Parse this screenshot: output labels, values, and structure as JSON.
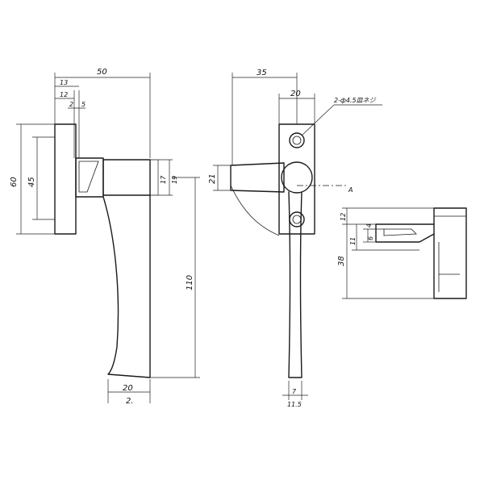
{
  "drawing": {
    "side_view": {
      "dim_width_total": "50",
      "dim_13": "13",
      "dim_12": "12",
      "dim_2": "2",
      "dim_5": "5",
      "dim_height_plate": "60",
      "dim_hole_spacing": "45",
      "dim_17": "17",
      "dim_19": "19",
      "dim_lever_length": "110",
      "dim_bottom_a": "20",
      "dim_bottom_b": "2."
    },
    "front_view": {
      "dim_35": "35",
      "dim_20": "20",
      "hole_note": "2-ф4.5皿ネジ",
      "dim_21": "21",
      "section_mark": "A",
      "dim_7": "7",
      "dim_11_5": "11.5"
    },
    "section_view": {
      "dim_12": "12",
      "dim_4": "4",
      "dim_11": "11",
      "dim_6": "6",
      "dim_38": "38"
    }
  }
}
